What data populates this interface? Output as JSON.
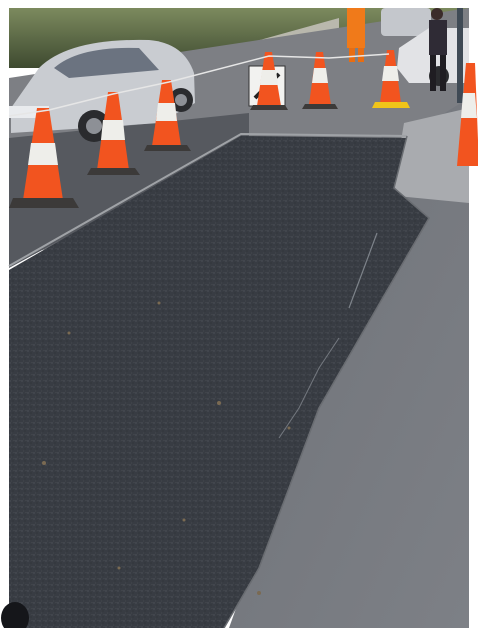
{
  "photo": {
    "subject": "fresh-asphalt-road-patch",
    "colors": {
      "sky_trees": "#5d6b4a",
      "wall": "#b9b8ad",
      "road_far": "#7d7f84",
      "road_wet": "#4c4f55",
      "asphalt": "#3a3e45",
      "pavement": "#74777d",
      "curb": "#a9abaf",
      "cone_orange": "#f2541f",
      "cone_stripe": "#eeeeea",
      "cone_base": "#3c3a39",
      "car_silver": "#c9ccd1",
      "hi_vis": "#f07a1a"
    },
    "cones": [
      "cone-1",
      "cone-2",
      "cone-3",
      "cone-4",
      "cone-5",
      "cone-6",
      "cone-7"
    ]
  }
}
